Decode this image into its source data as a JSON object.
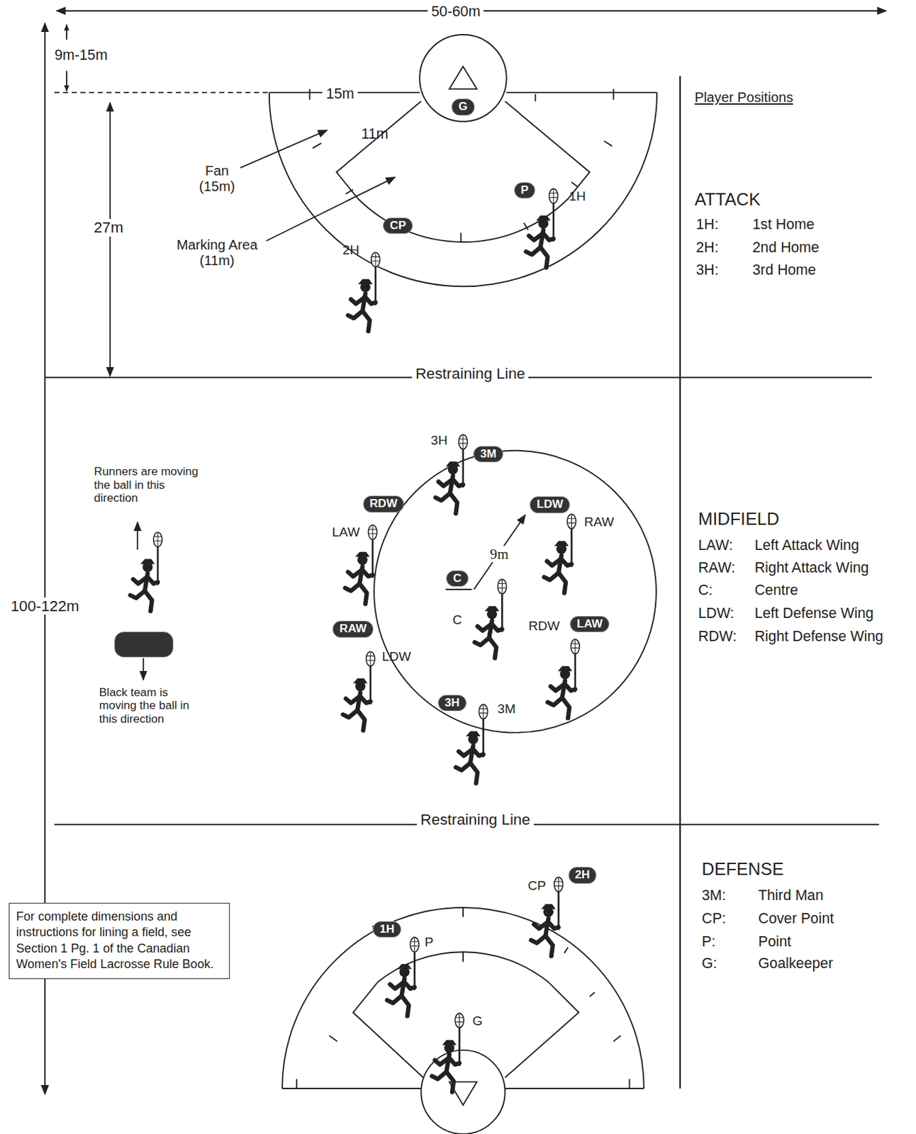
{
  "diagram": {
    "nodes": [
      {
        "text": [
          "G"
        ]
      },
      {
        "text": [
          "P"
        ]
      },
      {
        "text": [
          "CP"
        ]
      },
      {
        "text": [
          "3M"
        ]
      },
      {
        "text": [
          "RDW"
        ]
      },
      {
        "text": [
          "LDW"
        ]
      },
      {
        "text": [
          "C"
        ]
      },
      {
        "text": [
          "RAW"
        ]
      },
      {
        "text": [
          "LAW"
        ]
      },
      {
        "text": [
          "3H"
        ]
      },
      {
        "text": [
          "2H"
        ]
      },
      {
        "text": [
          "1H"
        ]
      },
      {
        "text": [
          "For complete dimensions and instructions for lining a field, see Section 1 Pg. 1 of the Canadian Women's Field Lacrosse Rule Book."
        ]
      }
    ],
    "labels": [
      "50-60m",
      "9m-15m",
      "27m",
      "15m",
      "11m",
      "Fan (15m)",
      "Marking Area (11m)",
      "1H",
      "2H",
      "3H",
      "LAW",
      "RAW",
      "9m",
      "C",
      "LDW",
      "RDW",
      "3M",
      "CP",
      "P",
      "G",
      "Restraining Line",
      "Restraining Line",
      "100-122m",
      "Player Positions",
      "ATTACK",
      "1H:",
      "1st Home",
      "2H:",
      "2nd Home",
      "3H:",
      "3rd Home",
      "MIDFIELD",
      "LAW:",
      "Left Attack Wing",
      "RAW:",
      "Right Attack Wing",
      "C:",
      "Centre",
      "LDW:",
      "Left Defense Wing",
      "RDW:",
      "Right Defense Wing",
      "DEFENSE",
      "3M:",
      "Third Man",
      "CP:",
      "Cover Point",
      "P:",
      "Point",
      "G:",
      "Goalkeeper"
    ],
    "legend": [
      {
        "text": "Runners are moving the ball in this direction"
      },
      {
        "text": "Black team is moving the ball in this direction",
        "color": "#333333"
      }
    ]
  }
}
